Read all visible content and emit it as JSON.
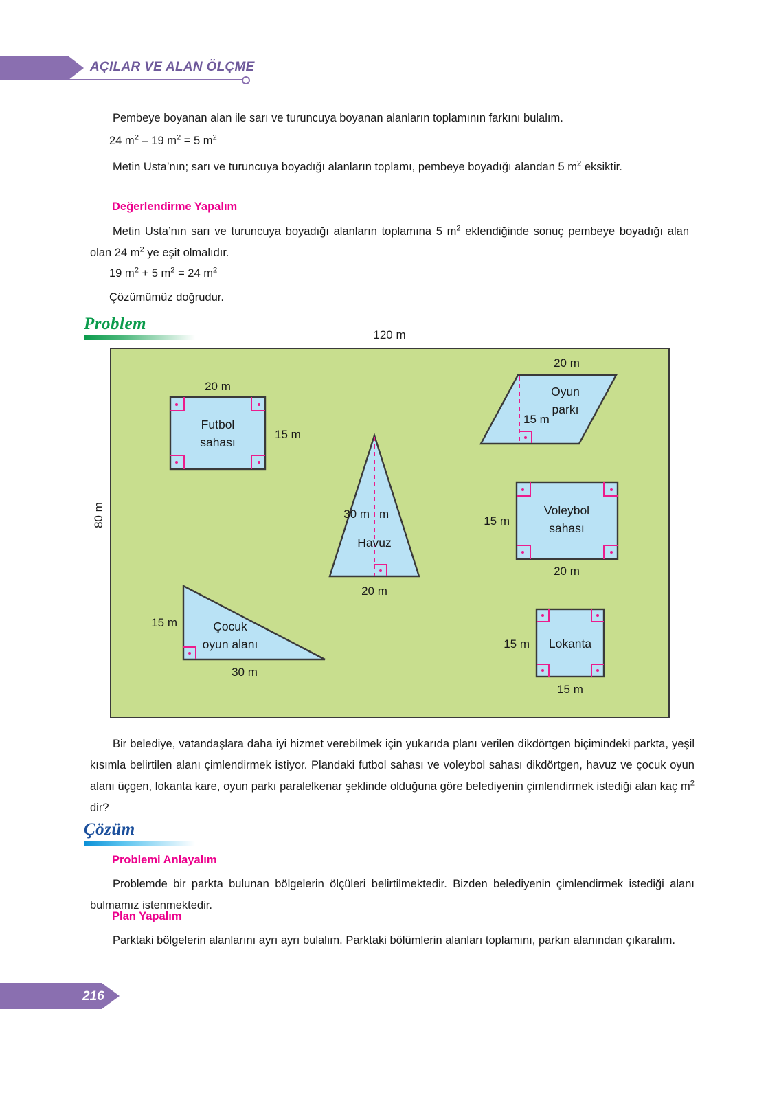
{
  "header": {
    "title": "AÇILAR VE ALAN ÖLÇME"
  },
  "body": {
    "p1": "Pembeye boyanan alan ile sarı ve turuncuya boyanan alanların toplamının farkını bulalım.",
    "eq1_a": "24 m",
    "eq1_b": " – 19 m",
    "eq1_c": " = 5 m",
    "eq1_sup": "2",
    "p2_a": "Metin Usta’nın; sarı ve turuncuya boyadığı alanların toplamı, pembeye boyadığı alandan 5 m",
    "p2_b": "eksiktir.",
    "head_degerlendirme": "Değerlendirme Yapalım",
    "p3_a": "Metin Usta’nın sarı ve turuncuya boyadığı alanların toplamına 5 m",
    "p3_b": " eklendiğinde sonuç pembeye boyadığı alan olan 24 m",
    "p3_c": " ye eşit olmalıdır.",
    "eq2_a": "19 m",
    "eq2_b": " + 5 m",
    "eq2_c": " = 24 m",
    "p4": "Çözümümüz doğrudur."
  },
  "problem_section": {
    "title": "Problem",
    "question_a": "Bir belediye, vatandaşlara daha iyi hizmet verebilmek için yukarıda planı verilen dikdörtgen biçimindeki parkta, yeşil kısımla belirtilen alanı çimlendirmek istiyor. Plandaki futbol sahası ve voleybol sahası dikdörtgen, havuz ve çocuk oyun alanı üçgen, lokanta kare, oyun parkı paralelkenar şeklinde olduğuna göre belediyenin çimlendirmek istediği alan kaç m",
    "question_sup": "2",
    "question_b": " dir?"
  },
  "solution_section": {
    "title": "Çözüm",
    "head_anlayalim": "Problemi Anlayalım",
    "p_anlayalim": "Problemde bir parkta bulunan bölgelerin ölçüleri belirtilmektedir. Bizden belediyenin çimlendirmek istediği alanı bulmamız istenmektedir.",
    "head_plan": "Plan Yapalım",
    "p_plan": "Parktaki bölgelerin alanlarını ayrı ayrı bulalım. Parktaki bölümlerin alanları toplamını, parkın alanından çıkaralım."
  },
  "diagram": {
    "park_width_label": "120 m",
    "park_height_label": "80 m",
    "colors": {
      "park_fill": "#c8de8e",
      "shape_fill": "#b9e2f5",
      "outline": "#3a3a3a",
      "right_angle": "#ec1c8c"
    },
    "shapes": [
      {
        "id": "futbol-sahasi",
        "kind": "rectangle",
        "name_line1": "Futbol",
        "name_line2": "sahası",
        "top_label": "20 m",
        "side_label": "15 m"
      },
      {
        "id": "oyun-parki",
        "kind": "parallelogram",
        "name_line1": "Oyun",
        "name_line2": "parkı",
        "top_label": "20 m",
        "height_label": "15 m"
      },
      {
        "id": "havuz",
        "kind": "triangle",
        "name_line1": "Havuz",
        "height_label": "30 m",
        "base_label": "20 m"
      },
      {
        "id": "voleybol-sahasi",
        "kind": "rectangle",
        "name_line1": "Voleybol",
        "name_line2": "sahası",
        "side_label": "15 m",
        "bottom_label": "20 m"
      },
      {
        "id": "cocuk-oyun-alani",
        "kind": "right-triangle",
        "name_line1": "Çocuk",
        "name_line2": "oyun alanı",
        "side_label": "15 m",
        "base_label": "30 m"
      },
      {
        "id": "lokanta",
        "kind": "square",
        "name_line1": "Lokanta",
        "side_label": "15 m",
        "bottom_label": "15 m"
      }
    ]
  },
  "footer": {
    "page_number": "216"
  }
}
